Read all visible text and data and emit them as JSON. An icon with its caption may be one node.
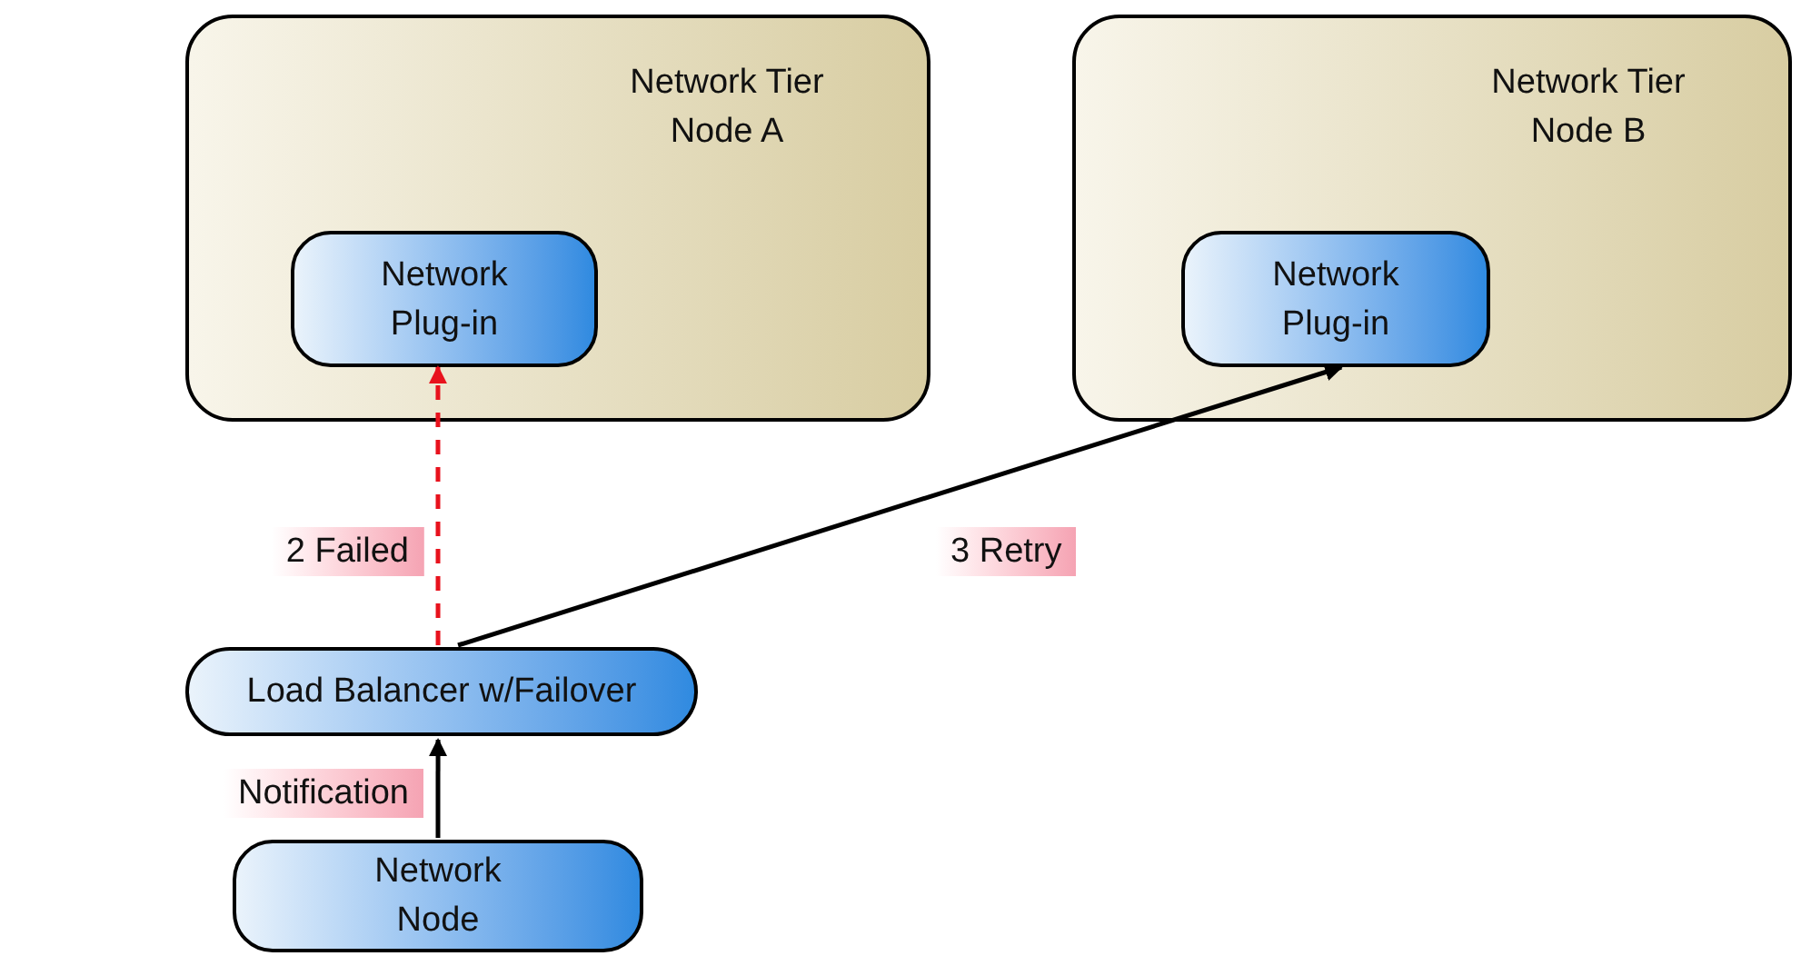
{
  "diagram": {
    "nodes": [
      {
        "text": [
          "Network Tier Node A"
        ]
      },
      {
        "text": [
          "Network Plug-in"
        ],
        "in": 0
      },
      {
        "text": [
          "Network Tier Node B"
        ]
      },
      {
        "text": [
          "Network Plug-in"
        ],
        "in": 2
      },
      {
        "text": [
          "Load Balancer w/Failover"
        ]
      },
      {
        "text": [
          "Network Node"
        ]
      }
    ],
    "edges": [
      {
        "from": 4,
        "to": 1,
        "arrow": "to",
        "label": "2 Failed",
        "style": "dashed",
        "color": "#e8121d"
      },
      {
        "from": 4,
        "to": 3,
        "arrow": "to",
        "label": "3 Retry"
      },
      {
        "from": 5,
        "to": 4,
        "arrow": "to",
        "label": "Notification"
      }
    ]
  }
}
